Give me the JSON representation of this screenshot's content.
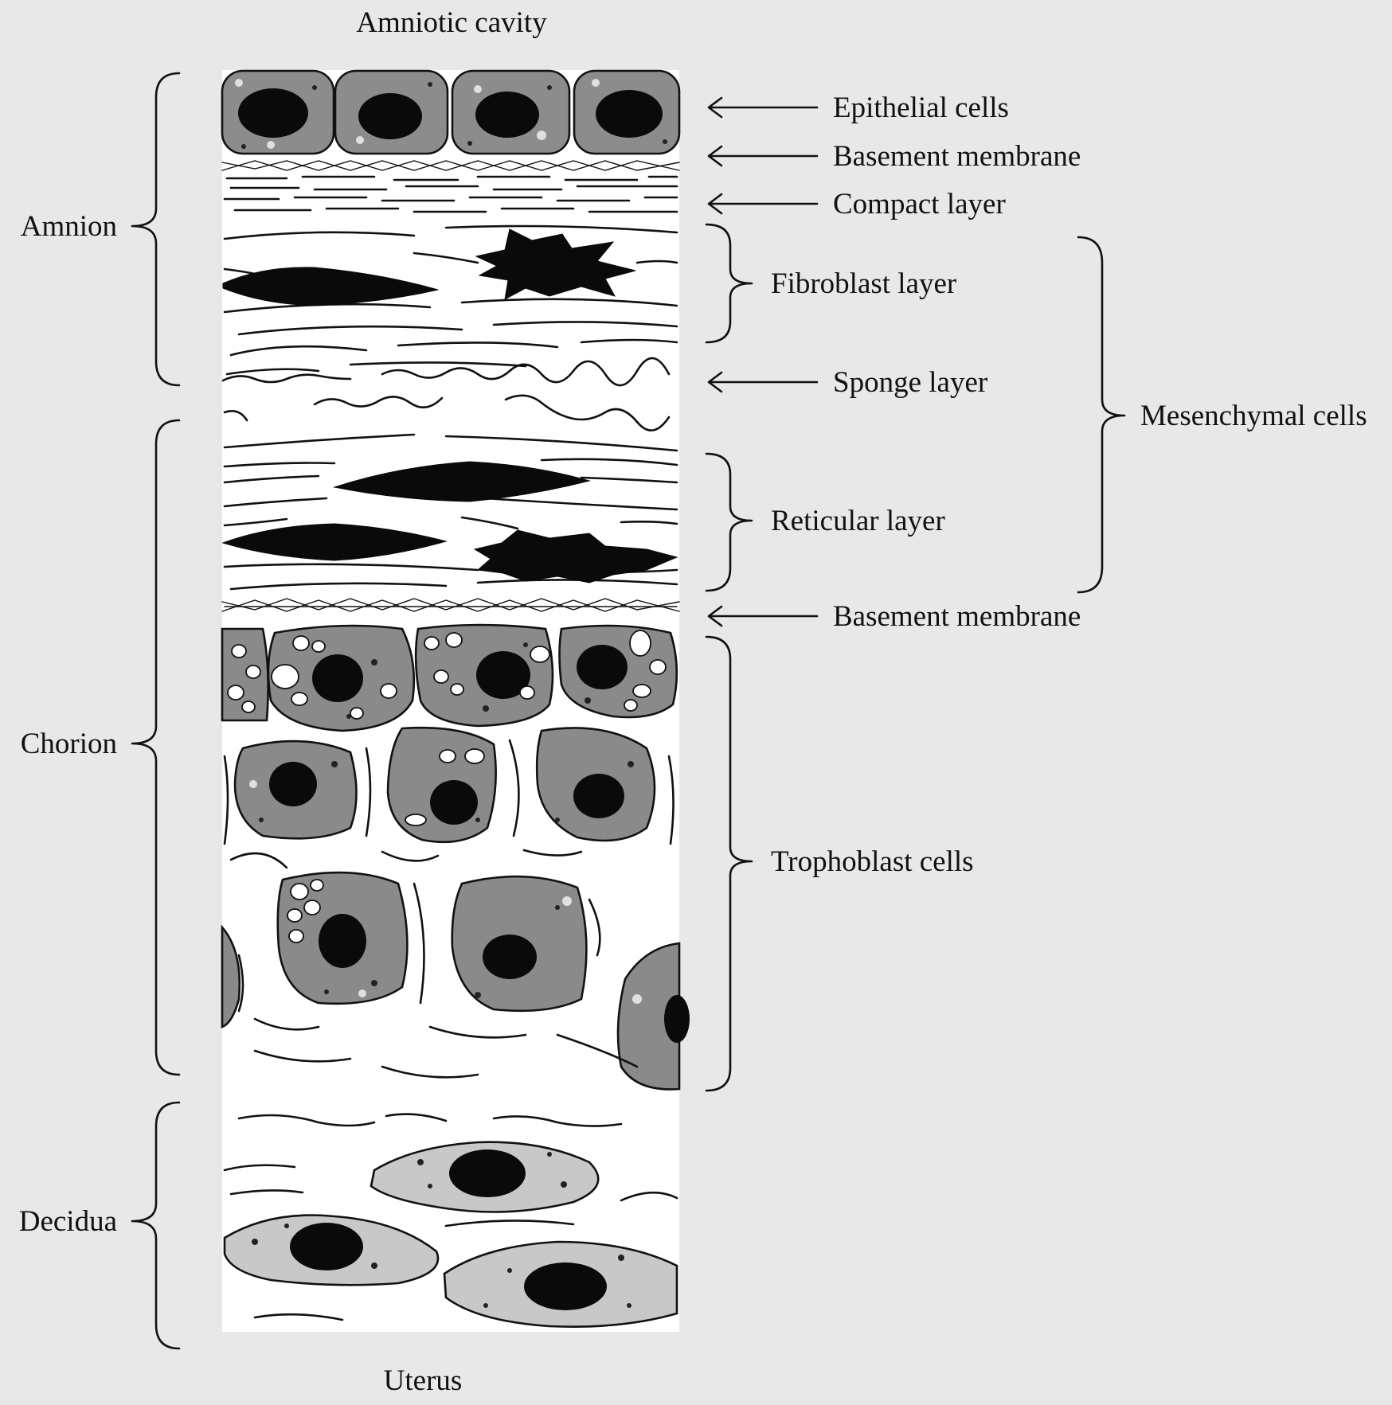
{
  "labels": {
    "top": "Amniotic cavity",
    "bottom": "Uterus",
    "amnion": "Amnion",
    "chorion": "Chorion",
    "decidua": "Decidua",
    "epithelial_cells": "Epithelial cells",
    "basement_membrane_top": "Basement membrane",
    "compact_layer": "Compact layer",
    "fibroblast_layer": "Fibroblast layer",
    "sponge_layer": "Sponge layer",
    "mesenchymal_cells": "Mesenchymal cells",
    "reticular_layer": "Reticular layer",
    "basement_membrane_bottom": "Basement membrane",
    "trophoblast_cells": "Trophoblast cells"
  }
}
